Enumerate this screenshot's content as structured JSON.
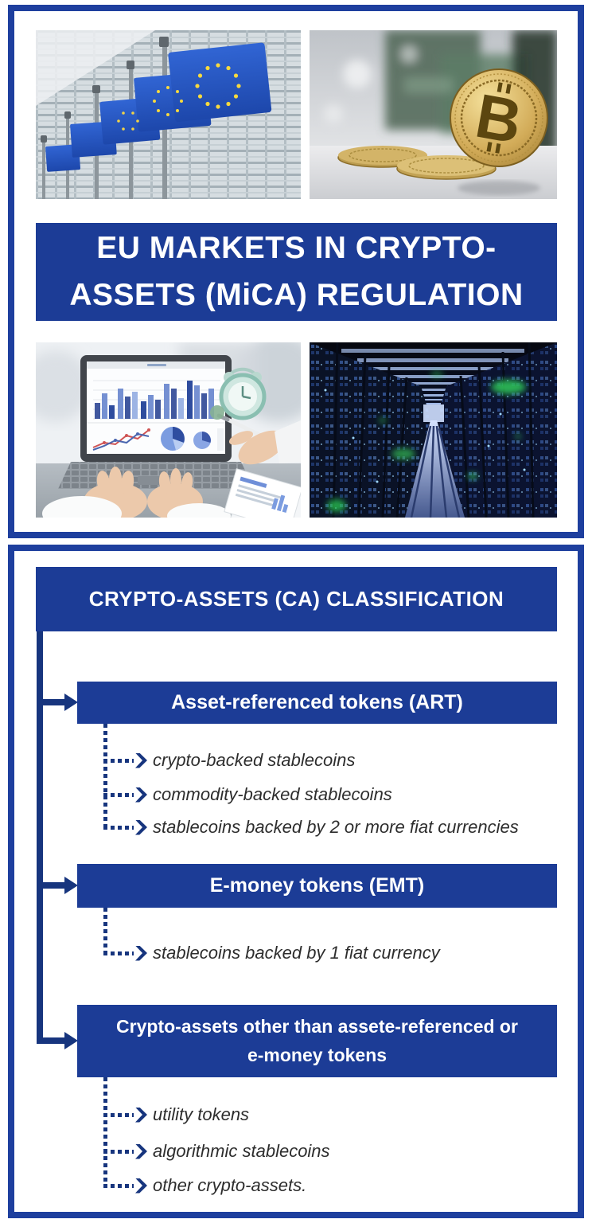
{
  "colors": {
    "box_blue": "#1c3c96",
    "border_blue": "#1e3f9e",
    "connector_blue": "#17357e",
    "item_text": "#2d2d2d",
    "flag_blue": "#2a58c4",
    "star_yellow": "#f7d93e",
    "coin_gold": "#d2ab58",
    "server_glow_green": "#2fca5b"
  },
  "hero": {
    "title": "EU MARKETS IN CRYPTO-\nASSETS (MiCA) REGULATION",
    "images": {
      "eu_flags": "EU flags in front of the European Commission building",
      "bitcoin": "Golden Bitcoin coins with circuit board background",
      "analytics": "Hands analyzing charts on a laptop",
      "server_room": "Data center server room corridor"
    }
  },
  "classification": {
    "header": "CRYPTO-ASSETS (CA) CLASSIFICATION",
    "categories": [
      {
        "label": "Asset-referenced tokens (ART)",
        "items": [
          "crypto-backed stablecoins",
          "commodity-backed stablecoins",
          "stablecoins backed by 2 or more fiat currencies"
        ]
      },
      {
        "label": "E-money tokens (EMT)",
        "items": [
          "stablecoins backed by 1 fiat currency"
        ]
      },
      {
        "label": "Crypto-assets other than assete-referenced or\ne-money tokens",
        "items": [
          "utility tokens",
          "algorithmic stablecoins",
          "other crypto-assets."
        ]
      }
    ]
  },
  "icons": {
    "branch_arrow": "solid right arrow",
    "sub_arrow": "dotted right chevron"
  }
}
